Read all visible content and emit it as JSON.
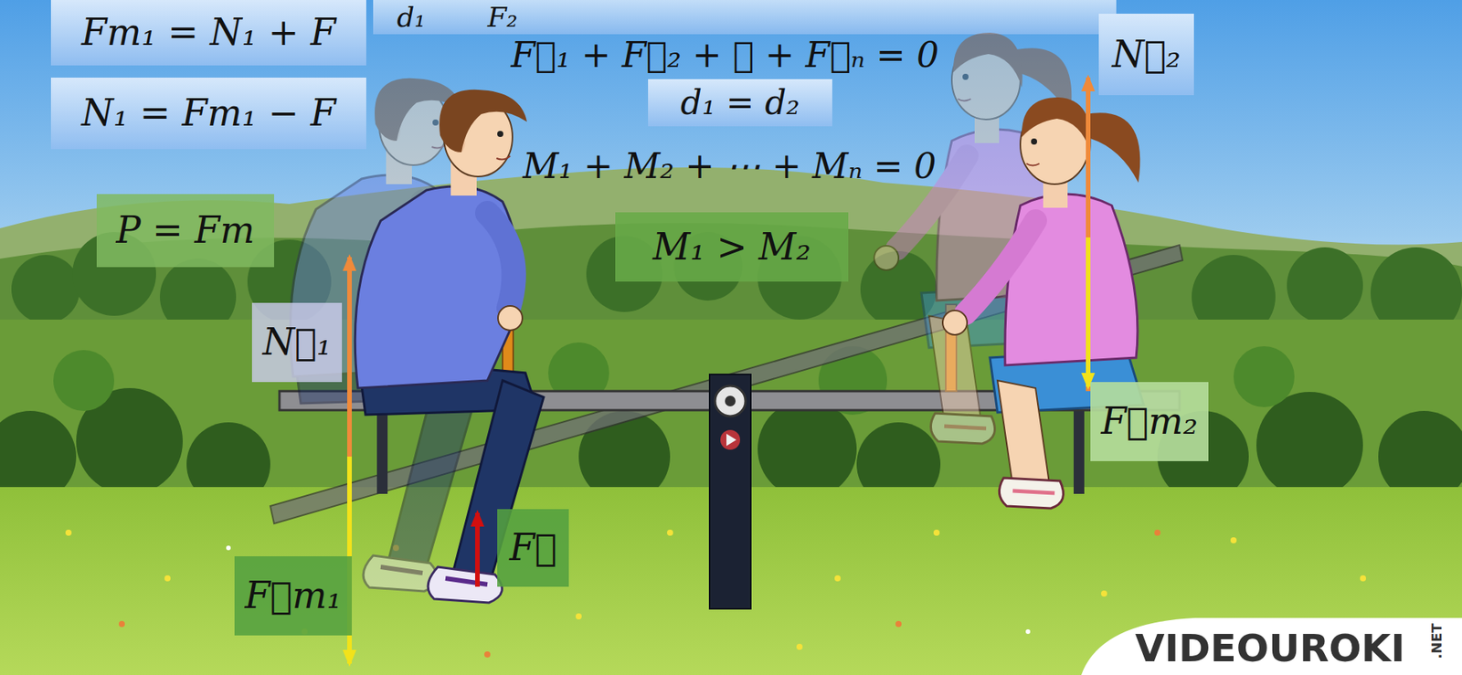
{
  "diagram": {
    "nodes": [
      {
        "text": [
          "Fт₁ = N₁ + F"
        ]
      },
      {
        "text": [
          "N₁ = Fт₁ − F"
        ]
      },
      {
        "text": [
          "d₁ = d₂"
        ]
      },
      {
        "text": [
          "P = Fт"
        ]
      },
      {
        "text": [
          "M₁ > M₂"
        ]
      },
      {
        "text": [
          "N⃗₁"
        ]
      },
      {
        "text": [
          "N⃗₂"
        ]
      },
      {
        "text": [
          "F⃗т₂"
        ]
      },
      {
        "text": [
          "F⃗"
        ]
      },
      {
        "text": [
          "F⃗т₁"
        ]
      }
    ],
    "labels": [
      "d₁",
      "F₂",
      "F⃗₁ + F⃗₂ + ⋯ + F⃗ₙ = 0",
      "M₁ + M₂ + ⋯ + Mₙ = 0",
      "VIDEOUROKI",
      ".NET"
    ]
  }
}
